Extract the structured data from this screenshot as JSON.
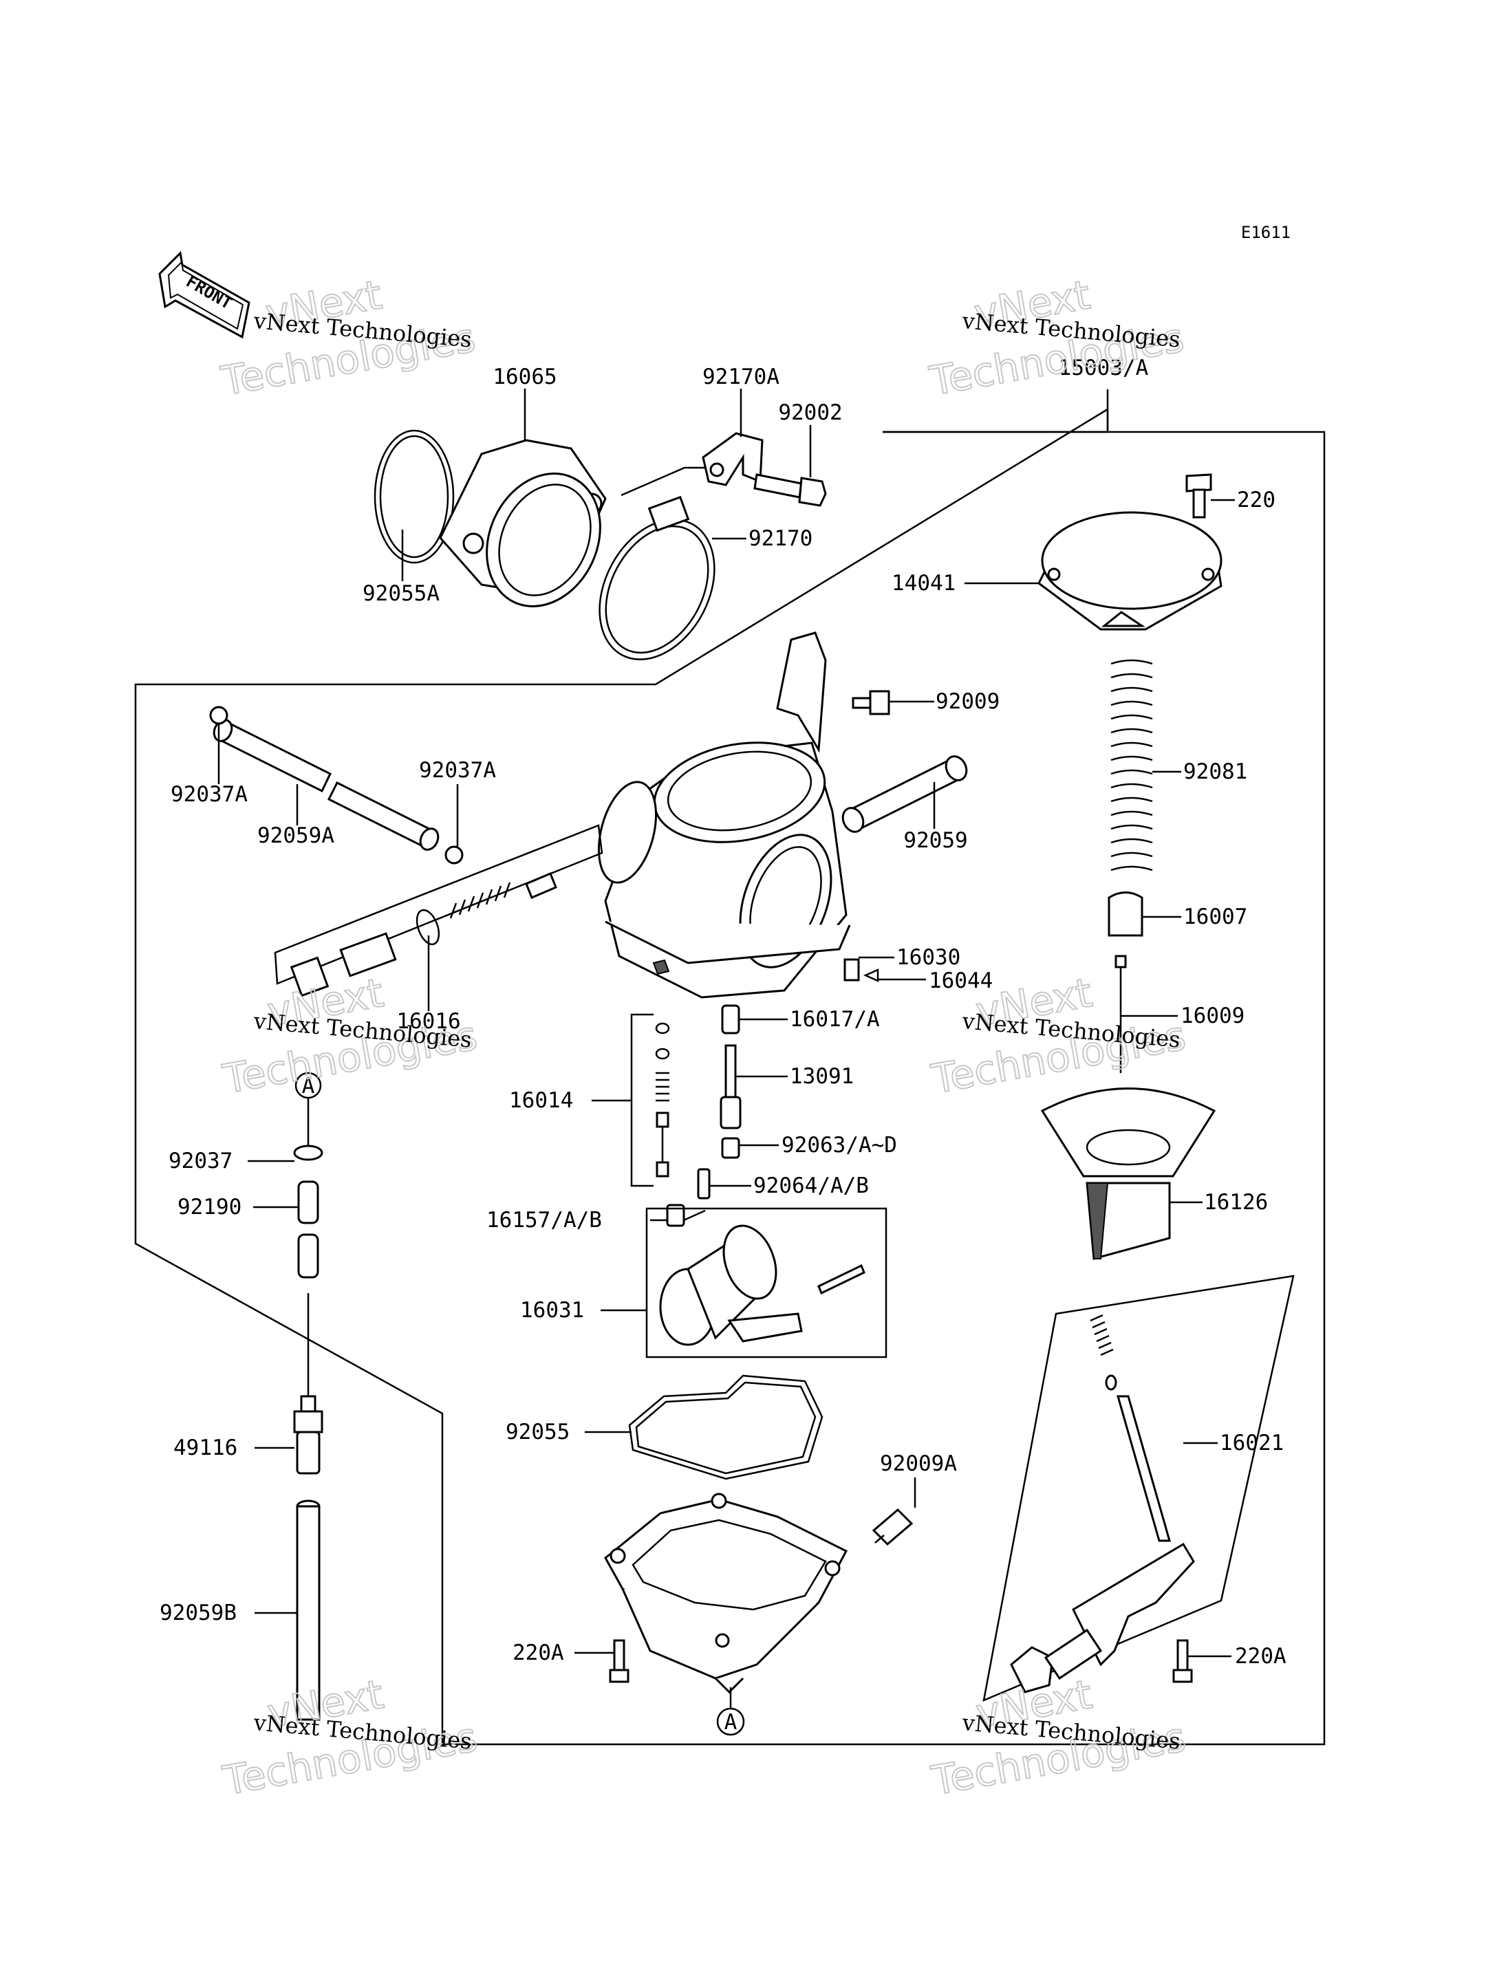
{
  "diagram": {
    "reference": "E1611",
    "front_label": "FRONT",
    "circle_marker": "A",
    "watermark": {
      "line1": "vNext Technologies",
      "line2": "vNext",
      "line3": "Technologies"
    },
    "parts": {
      "p16065": "16065",
      "p92170A": "92170A",
      "p92002": "92002",
      "p15003A": "15003/A",
      "p220": "220",
      "p92170": "92170",
      "p92055A": "92055A",
      "p14041": "14041",
      "p92009": "92009",
      "p92081": "92081",
      "p92037A_left": "92037A",
      "p92037A_right": "92037A",
      "p92059A": "92059A",
      "p92059": "92059",
      "p16007": "16007",
      "p16030": "16030",
      "p16044": "16044",
      "p16016": "16016",
      "p16009": "16009",
      "p16017A": "16017/A",
      "p13091": "13091",
      "p16014": "16014",
      "p92063": "92063/A~D",
      "p92037": "92037",
      "p92064": "92064/A/B",
      "p16126": "16126",
      "p92190": "92190",
      "p16157": "16157/A/B",
      "p16031": "16031",
      "p16021": "16021",
      "p49116": "49116",
      "p92055": "92055",
      "p92009A": "92009A",
      "p92059B": "92059B",
      "p220A_left": "220A",
      "p220A_right": "220A"
    }
  }
}
